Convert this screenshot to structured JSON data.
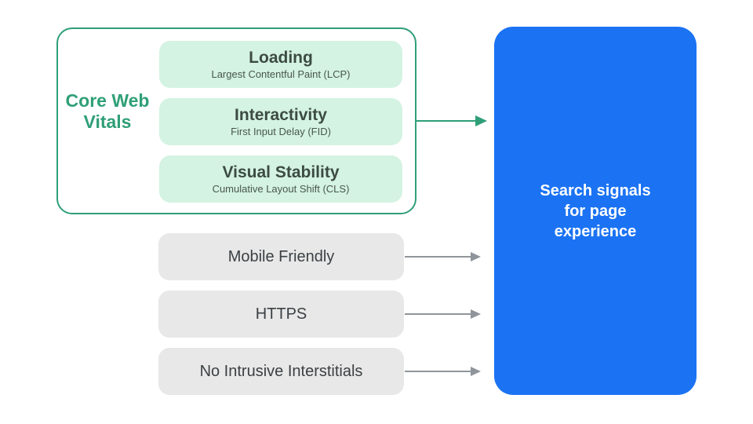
{
  "diagram": {
    "core_web_vitals": {
      "label": "Core Web Vitals",
      "items": [
        {
          "title": "Loading",
          "subtitle": "Largest Contentful Paint (LCP)"
        },
        {
          "title": "Interactivity",
          "subtitle": "First Input Delay (FID)"
        },
        {
          "title": "Visual Stability",
          "subtitle": "Cumulative Layout Shift (CLS)"
        }
      ]
    },
    "other_signals": [
      {
        "label": "Mobile Friendly"
      },
      {
        "label": "HTTPS"
      },
      {
        "label": "No Intrusive Interstitials"
      }
    ],
    "target": {
      "label": "Search signals for page experience"
    }
  },
  "colors": {
    "green": "#2f9f77",
    "green-light": "#d4f3e2",
    "dark-green-text": "#3c4b43",
    "dark-green-subtext": "#49564e",
    "gray-pill": "#e8e8e8",
    "gray-arrow": "#8f959b",
    "dark-text": "#3c4043",
    "blue": "#1b73f3"
  }
}
